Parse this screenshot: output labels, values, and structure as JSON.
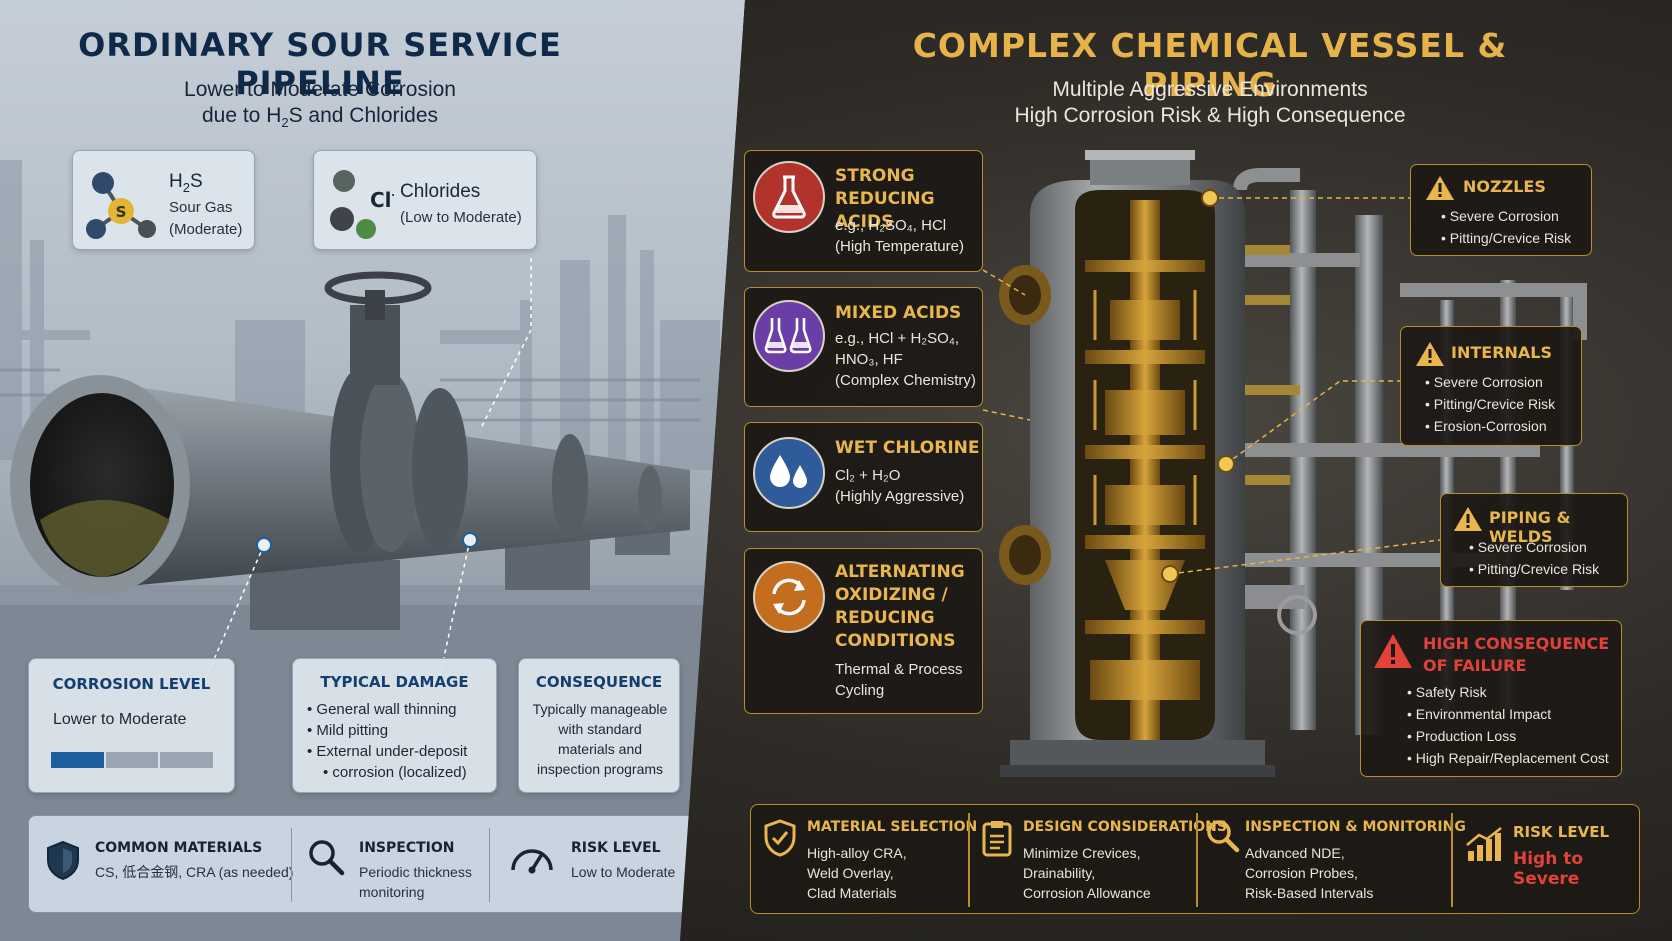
{
  "left": {
    "title": "ORDINARY SOUR SERVICE PIPELINE",
    "subtitle_line1": "Lower to Moderate Corrosion",
    "subtitle_line2_pre": "due to H",
    "subtitle_line2_sub": "2",
    "subtitle_line2_post": "S and Chlorides",
    "h2s": {
      "name": "H",
      "name_sub": "2",
      "name_post": "S",
      "line1": "Sour Gas",
      "line2": "(Moderate)",
      "atom_label": "S"
    },
    "chlorides": {
      "name": "Chlorides",
      "desc": "(Low to Moderate)",
      "ion_label": "Cl",
      "ion_sup": "-"
    },
    "corrosion_level": {
      "title": "CORROSION LEVEL",
      "value": "Lower to Moderate",
      "level_fraction": 0.33
    },
    "typical_damage": {
      "title": "TYPICAL DAMAGE",
      "items": [
        "General wall thinning",
        "Mild pitting",
        "External under-deposit",
        "corrosion (localized)"
      ]
    },
    "consequence": {
      "title": "CONSEQUENCE",
      "lines": [
        "Typically manageable",
        "with standard",
        "materials and",
        "inspection programs"
      ]
    },
    "bottom": {
      "materials_title": "COMMON MATERIALS",
      "materials_text": "CS, 低合金钢, CRA (as needed)",
      "inspection_title": "INSPECTION",
      "inspection_line1": "Periodic thickness",
      "inspection_line2": "monitoring",
      "risk_title": "RISK LEVEL",
      "risk_text": "Low to Moderate"
    }
  },
  "right": {
    "title": "COMPLEX CHEMICAL VESSEL & PIPING",
    "subtitle_line1": "Multiple Aggressive Environments",
    "subtitle_line2": "High Corrosion Risk & High Consequence",
    "hazards": [
      {
        "title1": "STRONG",
        "title2": "REDUCING ACIDS",
        "text1": "e.g., H₂SO₄, HCl",
        "text2": "(High Temperature)",
        "color": "#b2332c"
      },
      {
        "title1": "MIXED ACIDS",
        "text1": "e.g., HCl + H₂SO₄,",
        "text2": "HNO₃, HF",
        "text3": "(Complex Chemistry)",
        "color": "#6a3ea6"
      },
      {
        "title1": "WET CHLORINE",
        "text1": "Cl₂ + H₂O",
        "text2": "(Highly Aggressive)",
        "color": "#2f5b9a"
      },
      {
        "title1": "ALTERNATING",
        "title2": "OXIDIZING /",
        "title3": "REDUCING",
        "title4": "CONDITIONS",
        "text1": "Thermal & Process",
        "text2": "Cycling",
        "color": "#c56d1f"
      }
    ],
    "callouts": {
      "nozzles": {
        "title": "NOZZLES",
        "items": [
          "Severe Corrosion",
          "Pitting/Crevice Risk"
        ]
      },
      "internals": {
        "title": "INTERNALS",
        "items": [
          "Severe Corrosion",
          "Pitting/Crevice Risk",
          "Erosion-Corrosion"
        ]
      },
      "piping": {
        "title": "PIPING & WELDS",
        "items": [
          "Severe Corrosion",
          "Pitting/Crevice Risk"
        ]
      },
      "consequence": {
        "title1": "HIGH CONSEQUENCE",
        "title2": "OF FAILURE",
        "items": [
          "Safety Risk",
          "Environmental Impact",
          "Production Loss",
          "High Repair/Replacement Cost"
        ]
      }
    },
    "bottom": {
      "material_title": "MATERIAL SELECTION",
      "material_lines": [
        "High-alloy CRA,",
        "Weld Overlay,",
        "Clad Materials"
      ],
      "design_title": "DESIGN CONSIDERATIONS",
      "design_lines": [
        "Minimize Crevices,",
        "Drainability,",
        "Corrosion Allowance"
      ],
      "inspection_title": "INSPECTION & MONITORING",
      "inspection_lines": [
        "Advanced NDE,",
        "Corrosion Probes,",
        "Risk-Based Intervals"
      ],
      "risk_title": "RISK LEVEL",
      "risk_value": "High to Severe"
    },
    "colors": {
      "gold": "#e8b64c",
      "danger": "#e0423a",
      "accent_blue": "#1d5f9c"
    }
  }
}
